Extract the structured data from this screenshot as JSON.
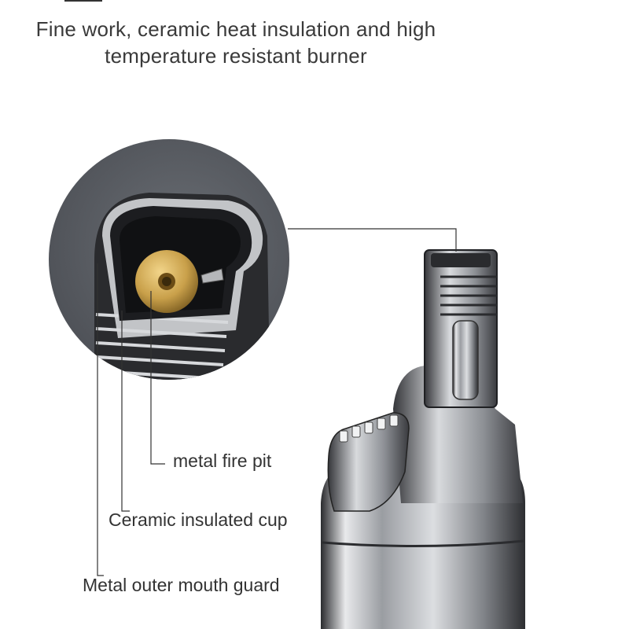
{
  "heading": {
    "line1": "Fine work, ceramic heat insulation and high",
    "line2": "temperature resistant burner"
  },
  "callouts": {
    "fire_pit": "metal fire pit",
    "cup": "Ceramic insulated cup",
    "guard": "Metal outer mouth guard"
  },
  "colors": {
    "zoom_background": "#585c62",
    "metal": "#b9bcc0",
    "brass": "#c9a04a",
    "text": "#333333"
  }
}
